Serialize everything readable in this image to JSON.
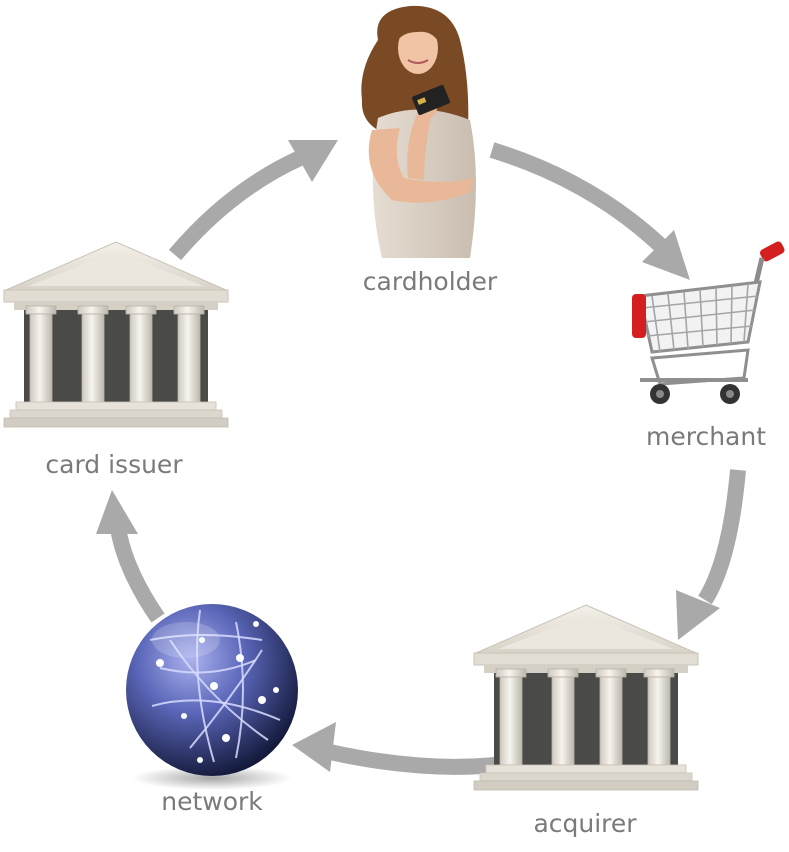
{
  "nodes": {
    "cardholder": {
      "label": "cardholder",
      "icon": "person-with-card-icon"
    },
    "merchant": {
      "label": "merchant",
      "icon": "shopping-cart-icon"
    },
    "acquirer": {
      "label": "acquirer",
      "icon": "bank-building-icon"
    },
    "network": {
      "label": "network",
      "icon": "globe-network-icon"
    },
    "card_issuer": {
      "label": "card issuer",
      "icon": "bank-building-icon"
    }
  },
  "colors": {
    "arrow": "#a9a9a9",
    "label": "#7a7a7a",
    "bank_stone": "#e8e4dc",
    "bank_shadow": "#4a4a48",
    "globe_dark": "#1c2348",
    "globe_light": "#9ea6e4",
    "cart_red": "#d41f1f",
    "cart_wire": "#9a9a9a",
    "dress": "#d9cfc4",
    "hair": "#7a4a24",
    "skin": "#e9b898"
  }
}
